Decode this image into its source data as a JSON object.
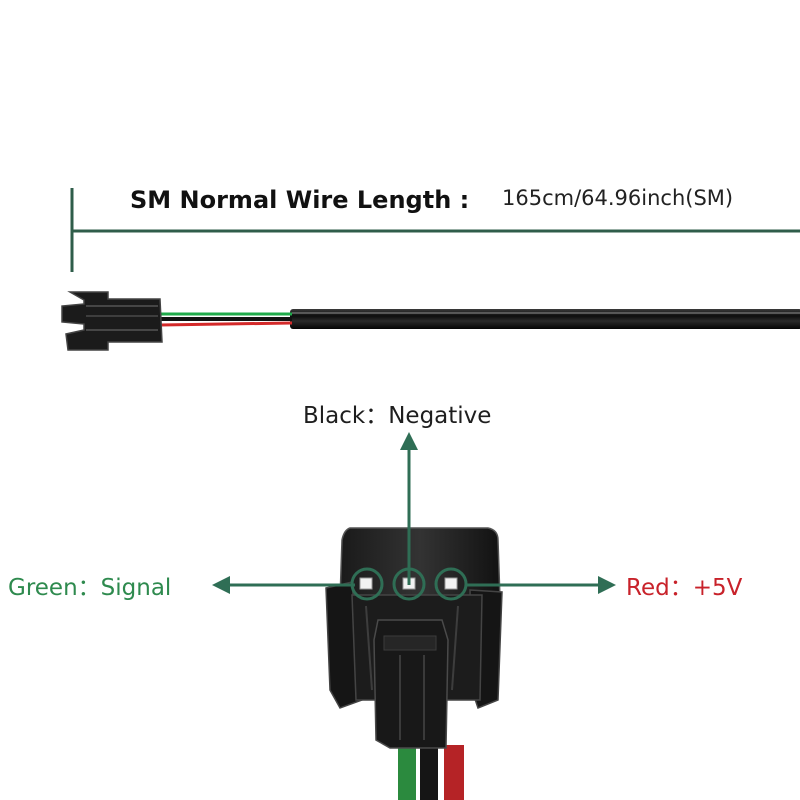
{
  "length_annotation": {
    "title": "SM Normal Wire Length :",
    "value": "165cm/64.96inch(SM)"
  },
  "pin_labels": {
    "black": "Black：Negative",
    "green": "Green：Signal",
    "red": "Red：+5V"
  },
  "colors": {
    "dimension_line": "#2f5d4a",
    "pointer_arrow": "#2f6e55",
    "green_text": "#2e8a4e",
    "red_text": "#c8222a",
    "black_text": "#1e1e1e",
    "wire_green": "#1faa4a",
    "wire_red": "#d42a2a",
    "cable_black": "#111111"
  },
  "icons": [
    "connector-image",
    "arrow-up-icon",
    "arrow-left-icon",
    "arrow-right-icon",
    "pin-hole-icon"
  ]
}
